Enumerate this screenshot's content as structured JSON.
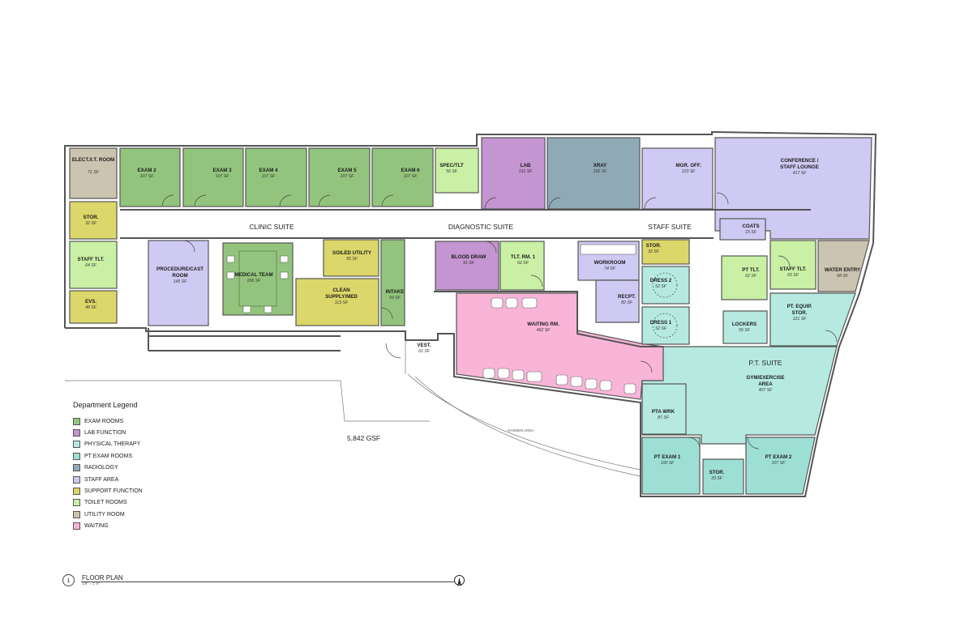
{
  "colors": {
    "exam": "#93c47d",
    "lab": "#c495d0",
    "pt": "#b6eae0",
    "ptexam": "#9edfd5",
    "radiology": "#8fa9b5",
    "staff": "#cfcaf3",
    "support": "#dcd76a",
    "toilet": "#c9f0a5",
    "utility": "#cbc4b0",
    "waiting": "#f8b5d8",
    "wall": "#555555"
  },
  "rooms": {
    "elect": {
      "name": "ELECT./I.T. ROOM",
      "area": "71 SF"
    },
    "exam2": {
      "name": "EXAM 2",
      "area": "107 SF"
    },
    "exam3": {
      "name": "EXAM 3",
      "area": "107 SF"
    },
    "exam4": {
      "name": "EXAM 4",
      "area": "107 SF"
    },
    "exam5": {
      "name": "EXAM 5",
      "area": "107 SF"
    },
    "exam6": {
      "name": "EXAM 6",
      "area": "107 SF"
    },
    "spec": {
      "name": "SPEC/TLT",
      "area": "56 SF"
    },
    "lab": {
      "name": "LAB",
      "area": "131 SF"
    },
    "xray": {
      "name": "XRAY",
      "area": "192 SF"
    },
    "mgr": {
      "name": "MGR. OFF.",
      "area": "123 SF"
    },
    "conf": {
      "name": "CONFERENCE /",
      "name2": "STAFF LOUNGE",
      "area": "417 SF"
    },
    "stor_left": {
      "name": "STOR.",
      "area": "32 SF"
    },
    "staff_tlt_left": {
      "name": "STAFF TLT.",
      "area": "64 SF"
    },
    "evs": {
      "name": "EVS.",
      "area": "48 SF"
    },
    "procedure": {
      "name": "PROCEDURE/CAST",
      "name2": "ROOM",
      "area": "145 SF"
    },
    "medteam": {
      "name": "MEDICAL TEAM",
      "area": "206 SF"
    },
    "soiled": {
      "name": "SOILED UTILITY",
      "area": "55 SF"
    },
    "clean": {
      "name": "CLEAN",
      "name2": "SUPPLY/MED",
      "area": "113 SF"
    },
    "intake": {
      "name": "INTAKE",
      "area": "59 SF"
    },
    "blood": {
      "name": "BLOOD DRAW",
      "area": "91 SF"
    },
    "tlt1": {
      "name": "TLT. RM. 1",
      "area": "62 SF"
    },
    "waiting": {
      "name": "WAITING RM.",
      "area": "462 SF"
    },
    "vest": {
      "name": "VEST.",
      "area": "61 SF"
    },
    "workroom": {
      "name": "WORKROOM",
      "area": "74 SF"
    },
    "recpt": {
      "name": "RECPT.",
      "area": "82 SF"
    },
    "stor_mid": {
      "name": "STOR.",
      "area": "32 SF"
    },
    "dress2": {
      "name": "DRESS 2",
      "area": "52 SF"
    },
    "dress1": {
      "name": "DRESS 1",
      "area": "52 SF"
    },
    "coats": {
      "name": "COATS",
      "area": "15 SF"
    },
    "pt_tlt": {
      "name": "PT TLT.",
      "area": "62 SF"
    },
    "staff_tlt_right": {
      "name": "STAFF TLT.",
      "area": "65 SF"
    },
    "water": {
      "name": "WATER ENTRY",
      "area": "68 SF"
    },
    "lockers": {
      "name": "LOCKERS",
      "area": "55 SF"
    },
    "pt_equip": {
      "name": "PT. EQUIP.",
      "name2": "STOR.",
      "area": "121 SF"
    },
    "gym": {
      "name": "GYM/EXERCISE",
      "name2": "AREA",
      "area": "407 SF"
    },
    "pta": {
      "name": "PTA WRK",
      "area": "87 SF"
    },
    "ptexam1": {
      "name": "PT EXAM 1",
      "area": "100 SF"
    },
    "stor_pt": {
      "name": "STOR.",
      "area": "33 SF"
    },
    "ptexam2": {
      "name": "PT EXAM 2",
      "area": "107 SF"
    }
  },
  "suites": {
    "clinic": "CLINIC SUITE",
    "diagnostic": "DIAGNOSTIC SUITE",
    "staff": "STAFF SUITE",
    "pt": "P.T. SUITE"
  },
  "legend": {
    "title": "Department Legend",
    "items": [
      {
        "label": "EXAM ROOMS",
        "color": "#93c47d"
      },
      {
        "label": "LAB FUNCTION",
        "color": "#c495d0"
      },
      {
        "label": "PHYSICAL THERAPY",
        "color": "#b6eae0"
      },
      {
        "label": "PT EXAM ROOMS",
        "color": "#9edfd5"
      },
      {
        "label": "RADIOLOGY",
        "color": "#8fa9b5"
      },
      {
        "label": "STAFF AREA",
        "color": "#cfcaf3"
      },
      {
        "label": "SUPPORT FUNCTION",
        "color": "#dcd76a"
      },
      {
        "label": "TOILET ROOMS",
        "color": "#c9f0a5"
      },
      {
        "label": "UTILITY ROOM",
        "color": "#cbc4b0"
      },
      {
        "label": "WAITING",
        "color": "#f8b5d8"
      }
    ]
  },
  "gsf": "5,842 GSF",
  "garden_label": "GARDEN AREA",
  "title_block": {
    "number": "1",
    "title": "FLOOR PLAN",
    "scale": "1/8\" = 1'-0\""
  }
}
